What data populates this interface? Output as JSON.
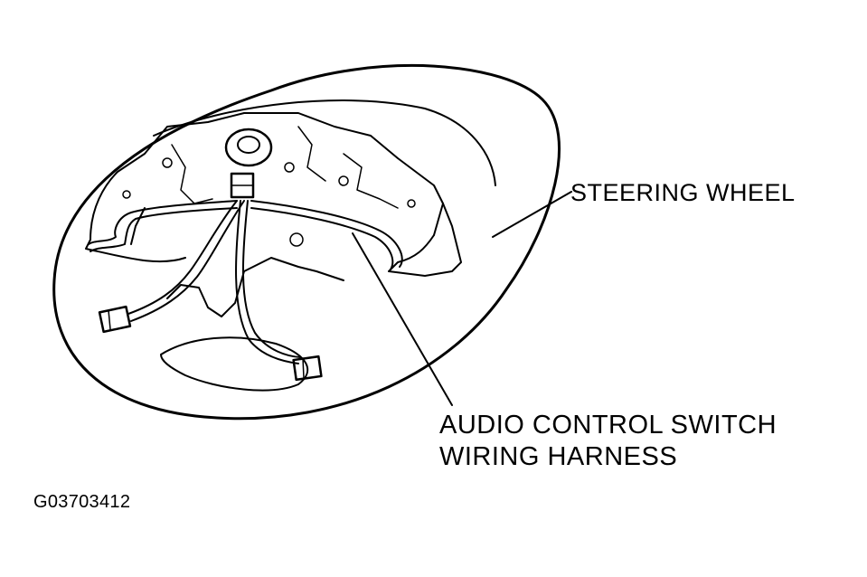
{
  "labels": {
    "steering_wheel": "STEERING WHEEL",
    "harness_line1": "AUDIO CONTROL SWITCH",
    "harness_line2": "WIRING HARNESS",
    "figure_id": "G03703412"
  },
  "colors": {
    "ink": "#000000",
    "background": "#ffffff"
  }
}
